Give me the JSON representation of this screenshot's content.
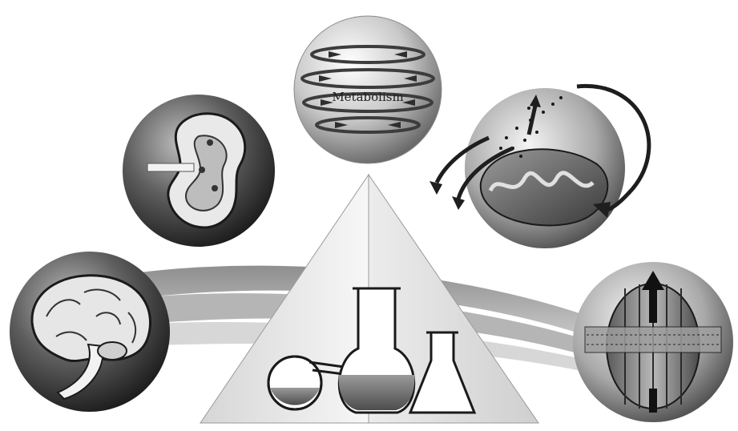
{
  "diagram": {
    "center_label": "Metabolism",
    "nodes": [
      {
        "id": "metabolism",
        "depicts": "sphere-with-circular-arrows"
      },
      {
        "id": "kidney",
        "depicts": "kidney-cross-section"
      },
      {
        "id": "mitochondrion",
        "depicts": "mitochondrion-with-curved-arrows"
      },
      {
        "id": "brain",
        "depicts": "brain-sagittal-section"
      },
      {
        "id": "ion-channel",
        "depicts": "membrane-channel-with-up-arrow"
      },
      {
        "id": "chemistry",
        "depicts": "laboratory-glassware"
      }
    ]
  }
}
